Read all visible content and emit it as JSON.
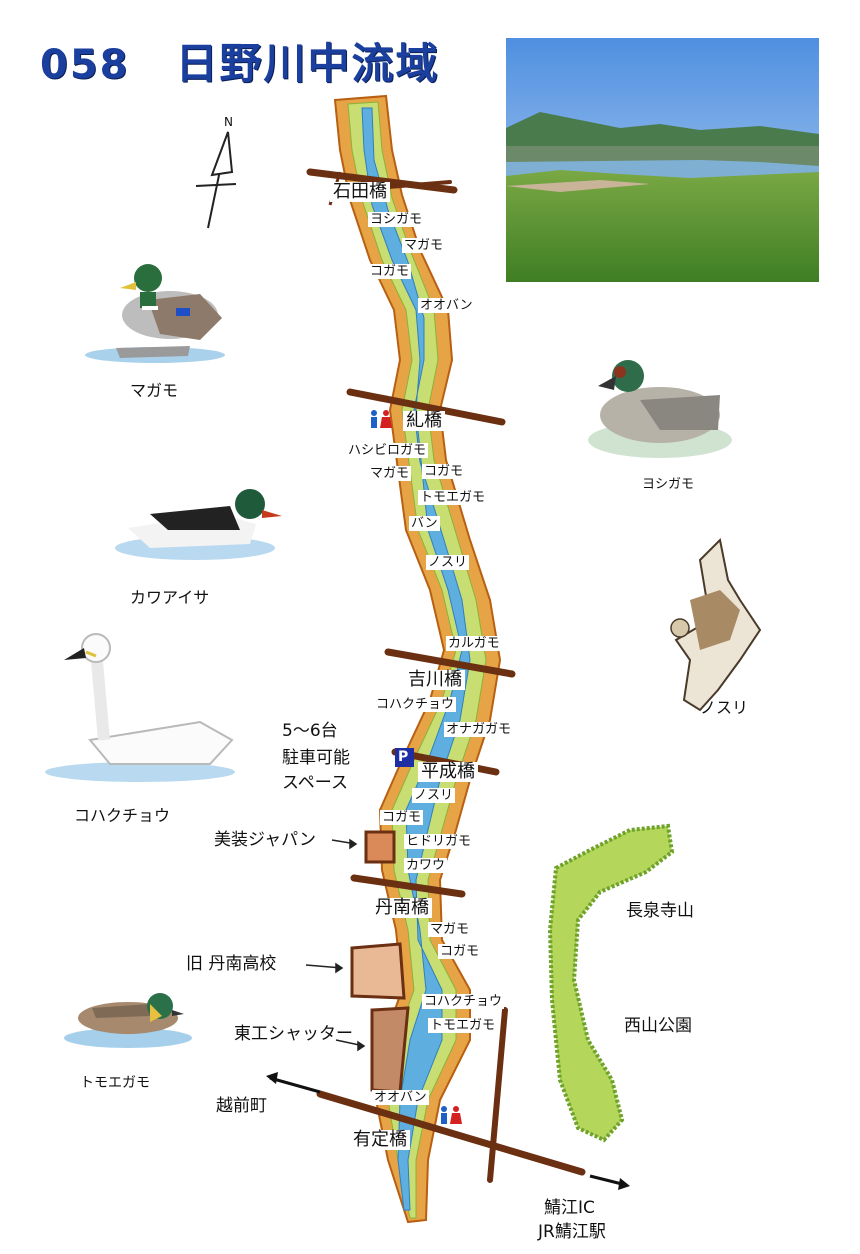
{
  "title": {
    "number": "058",
    "text": "日野川中流域"
  },
  "compass": {
    "letter": "N"
  },
  "bridges": {
    "ishida": "石田橋",
    "tadasu": "糺橋",
    "yoshikawa": "吉川橋",
    "heisei": "平成橋",
    "tannan": "丹南橋",
    "arisada": "有定橋"
  },
  "species_on_map": {
    "s1": "ヨシガモ",
    "s2": "マガモ",
    "s3": "コガモ",
    "s4": "オオバン",
    "s5": "ハシビロガモ",
    "s6": "マガモ",
    "s7": "コガモ",
    "s8": "トモエガモ",
    "s9": "バン",
    "s10": "ノスリ",
    "s11": "カルガモ",
    "s12": "コハクチョウ",
    "s13": "オナガガモ",
    "s14": "ノスリ",
    "s15": "コガモ",
    "s16": "ヒドリガモ",
    "s17": "カワウ",
    "s18": "マガモ",
    "s19": "コガモ",
    "s20": "コハクチョウ",
    "s21": "トモエガモ",
    "s22": "オオバン"
  },
  "parking": {
    "icon": "P",
    "line1": "5〜6台",
    "line2": "駐車可能",
    "line3": "スペース"
  },
  "places": {
    "mishou": "美装ジャパン",
    "old_school": "旧 丹南高校",
    "toko": "東工シャッター",
    "echizen": "越前町",
    "sabae_ic": "鯖江IC",
    "jr_sabae": "JR鯖江駅",
    "chosenji": "長泉寺山",
    "nishiyama": "西山公園"
  },
  "bird_panels": {
    "magamo": "マガモ",
    "yoshigamo": "ヨシガモ",
    "kawaaisa": "カワアイサ",
    "nosuri": "ノスリ",
    "kohakucho": "コハクチョウ",
    "tomoegamo": "トモエガモ"
  },
  "colors": {
    "title": "#1a3f9e",
    "river_bank": "#c9731f",
    "river_green": "#c7dc6a",
    "river_water": "#56a8d8",
    "road": "#6b2f12",
    "hill": "#a8cf4c",
    "parking": "#1d2fa3"
  }
}
